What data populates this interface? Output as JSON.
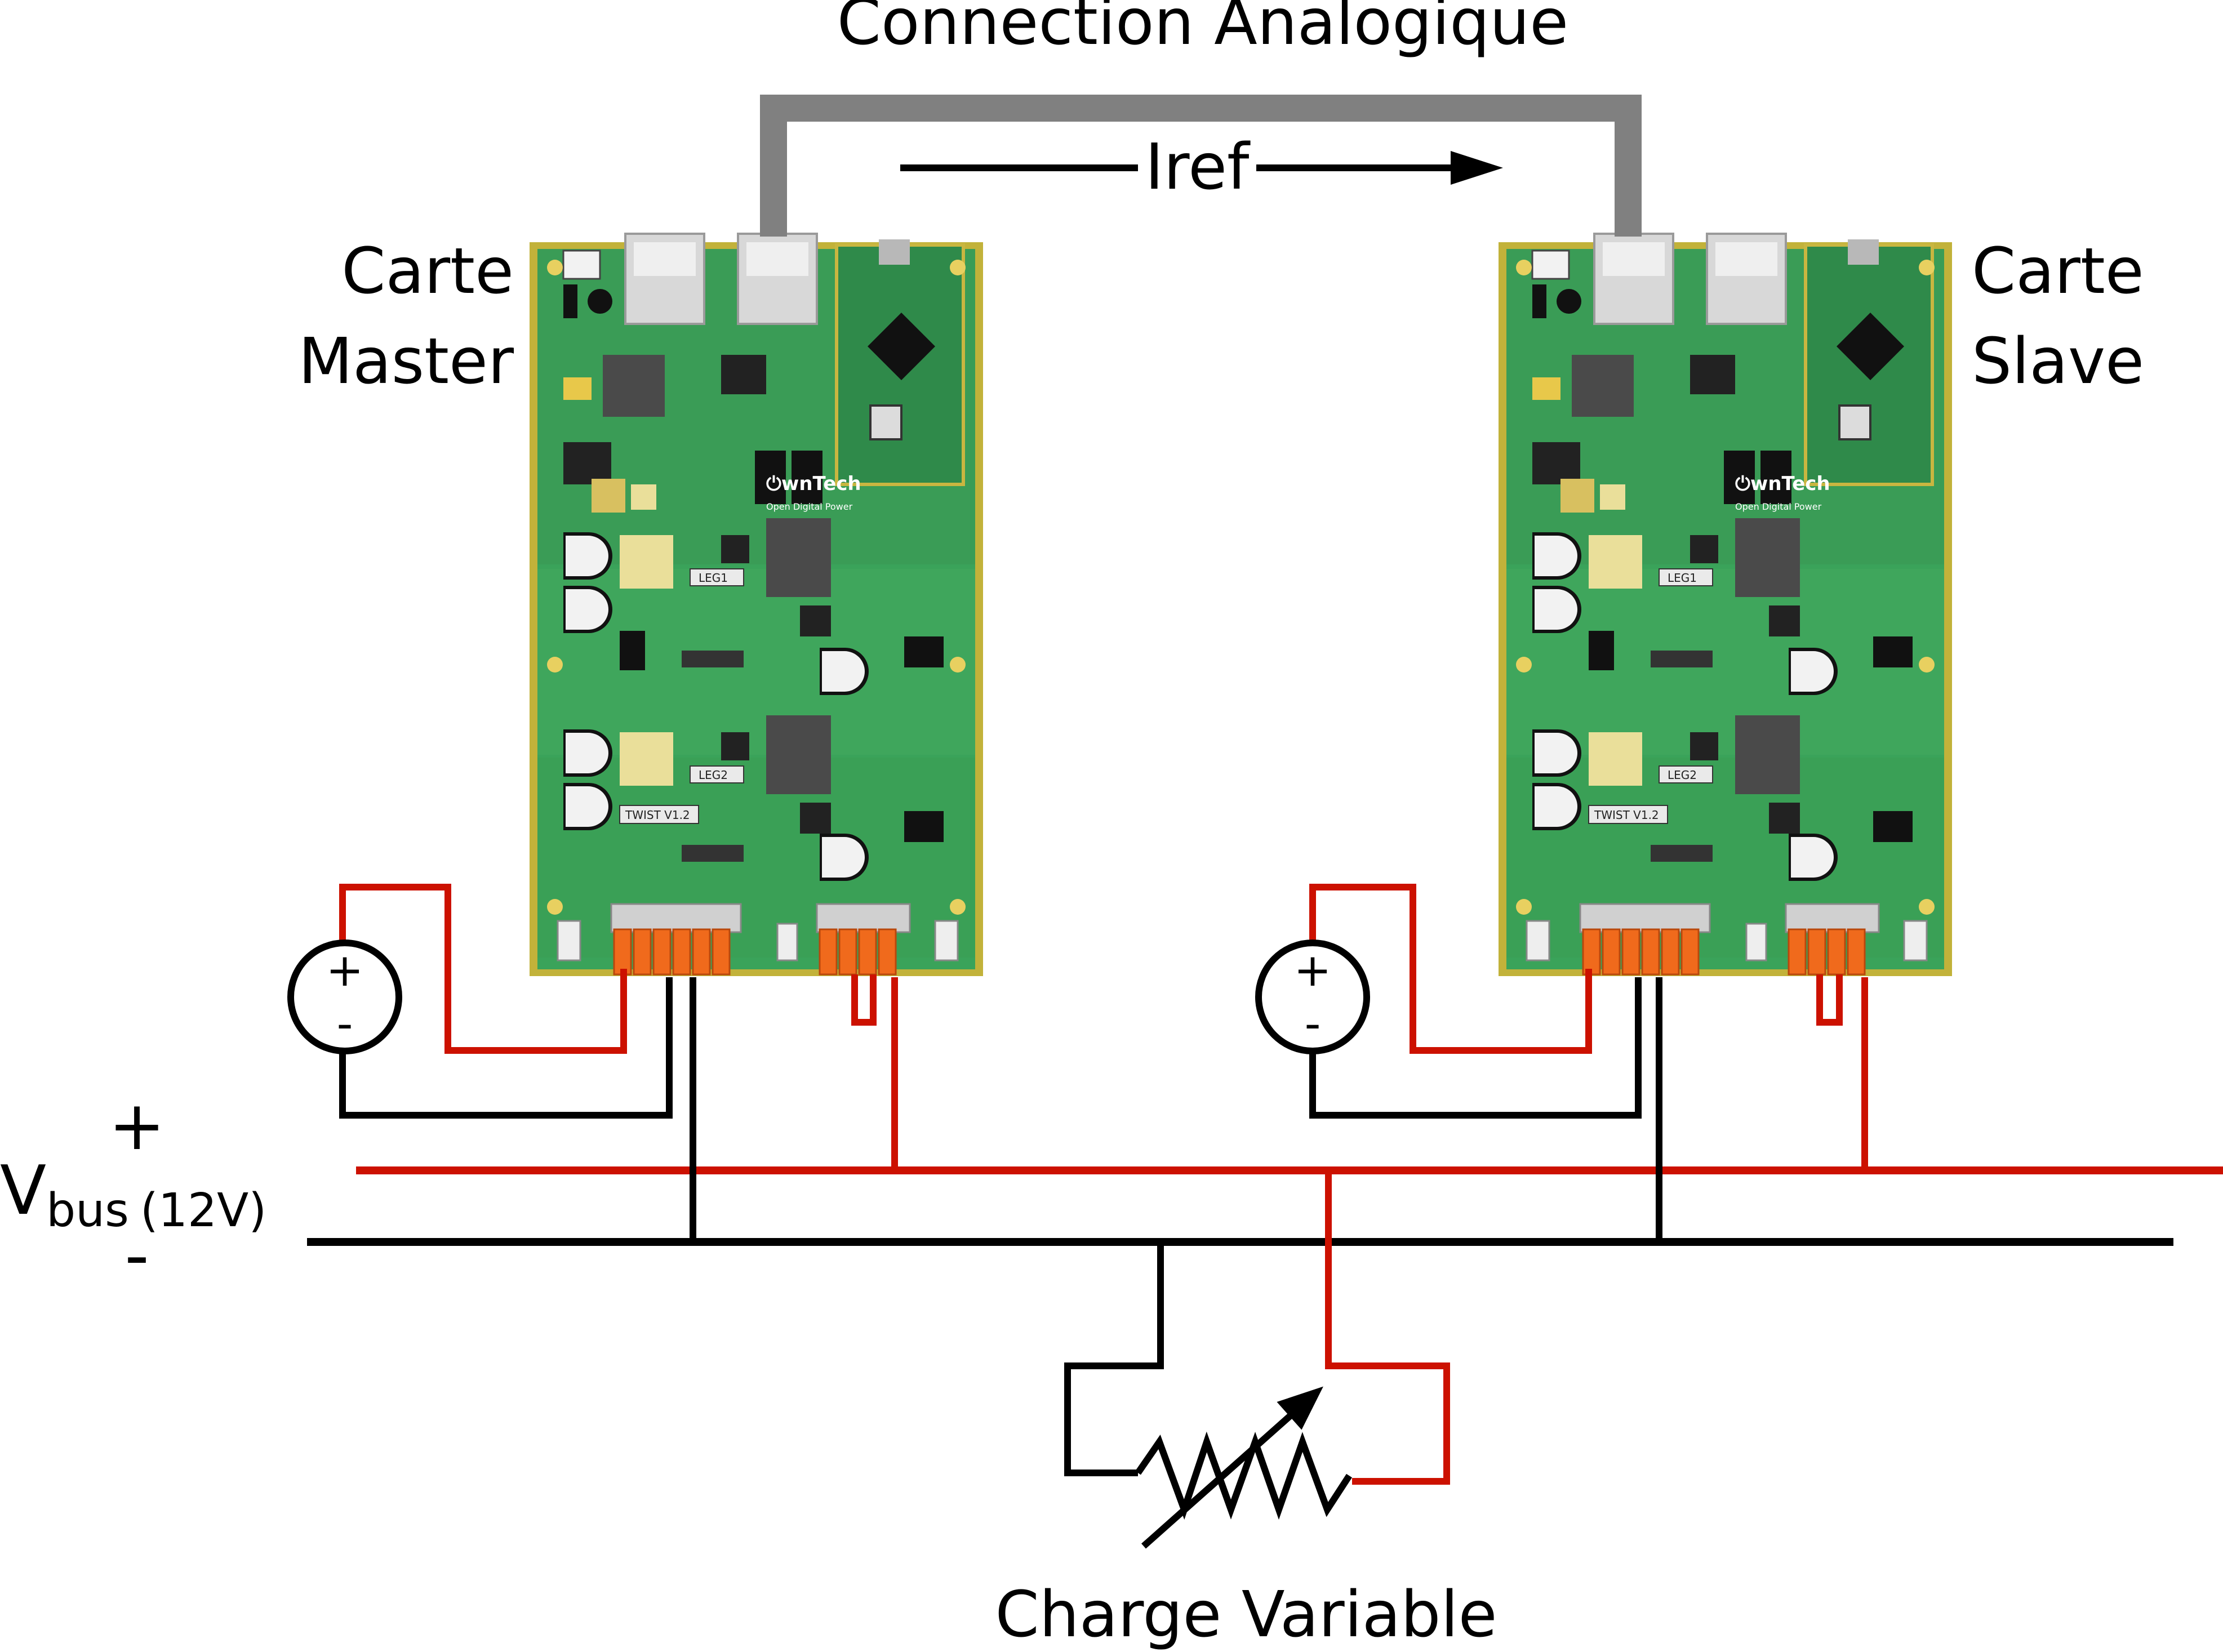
{
  "labels": {
    "top_title": "Connection Analogique",
    "iref": "Iref",
    "master_line1": "Carte",
    "master_line2": "Master",
    "slave_line1": "Carte",
    "slave_line2": "Slave",
    "bus_plus": "+",
    "bus_minus": "-",
    "vbus_v": "V",
    "vbus_sub": "bus",
    "vbus_rating": "(12V)",
    "load": "Charge Variable",
    "source_plus": "+",
    "source_minus": "-"
  },
  "board": {
    "logo_text": "wnTech",
    "subtitle": "Open Digital Power",
    "leg1": "LEG1",
    "leg2": "LEG2",
    "model": "TWIST V1.2"
  },
  "colors": {
    "wire_positive": "#cc1100",
    "wire_negative": "#000000",
    "analog_link": "#808080",
    "pcb_edge": "#c2b23a",
    "pcb_body": "#3aa35a",
    "connector_orange": "#f06a1c"
  }
}
